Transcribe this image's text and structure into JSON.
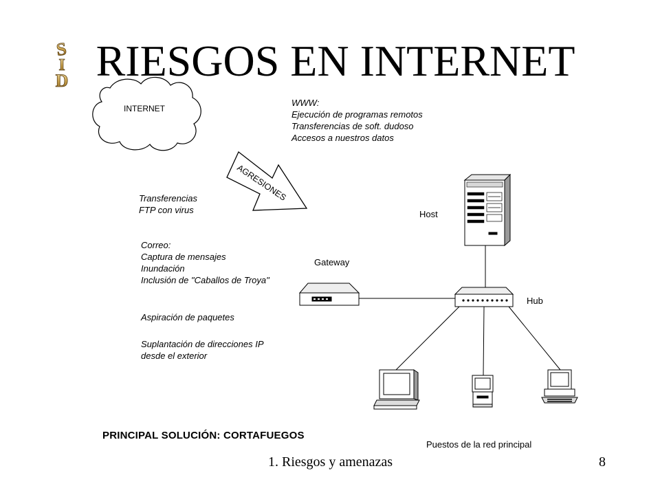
{
  "slide": {
    "title": "RIESGOS EN INTERNET",
    "logo_text": "SID"
  },
  "diagram": {
    "cloud_label": "INTERNET",
    "arrow_label": "AGRESIONES",
    "www_block": [
      "WWW:",
      "Ejecución de programas remotos",
      "Transferencias de soft. dudoso",
      "Accesos a nuestros datos"
    ],
    "ftp_block": [
      "Transferencias",
      "FTP con virus"
    ],
    "mail_block": [
      "Correo:",
      "Captura de mensajes",
      "Inundación",
      "Inclusión de \"Caballos de Troya\""
    ],
    "sniff_text": "Aspiración de paquetes",
    "spoof_block": [
      "Suplantación de direcciones IP",
      "desde el exterior"
    ],
    "host_label": "Host",
    "gateway_label": "Gateway",
    "hub_label": "Hub",
    "workstations_label": "Puestos de la red principal",
    "solution_text": "PRINCIPAL SOLUCIÓN: CORTAFUEGOS"
  },
  "footer": {
    "section": "1. Riesgos y amenazas",
    "page": "8"
  }
}
